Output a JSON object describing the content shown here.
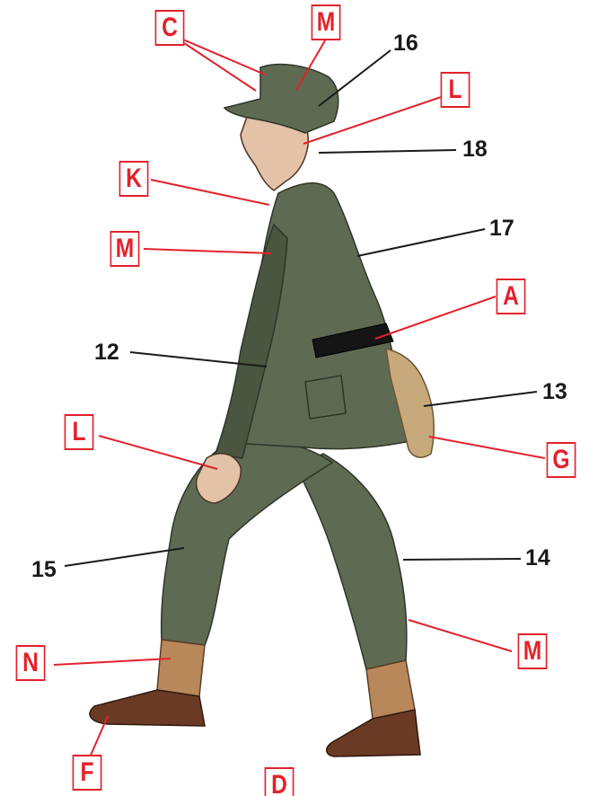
{
  "colors": {
    "letter_callout": "#e3212b",
    "number_callout": "#1a1a1a",
    "uniform": "#5e6b52",
    "uniform_dark": "#4a5640",
    "belt": "#151515",
    "bread_bag": "#c8a97c",
    "gaiter": "#b8875a",
    "boot": "#6b3a24",
    "skin": "#e3c2a8"
  },
  "letter_labels": [
    {
      "id": "c_top",
      "text": "C"
    },
    {
      "id": "m_cap",
      "text": "M"
    },
    {
      "id": "l_top",
      "text": "L"
    },
    {
      "id": "k",
      "text": "K"
    },
    {
      "id": "m_collar",
      "text": "M"
    },
    {
      "id": "a",
      "text": "A"
    },
    {
      "id": "l_hand",
      "text": "L"
    },
    {
      "id": "g",
      "text": "G"
    },
    {
      "id": "n",
      "text": "N"
    },
    {
      "id": "m_trouser",
      "text": "M"
    },
    {
      "id": "f",
      "text": "F"
    },
    {
      "id": "d",
      "text": "D"
    }
  ],
  "number_labels": [
    {
      "id": "n16",
      "text": "16"
    },
    {
      "id": "n18",
      "text": "18"
    },
    {
      "id": "n17",
      "text": "17"
    },
    {
      "id": "n12",
      "text": "12"
    },
    {
      "id": "n13",
      "text": "13"
    },
    {
      "id": "n15",
      "text": "15"
    },
    {
      "id": "n14",
      "text": "14"
    }
  ]
}
